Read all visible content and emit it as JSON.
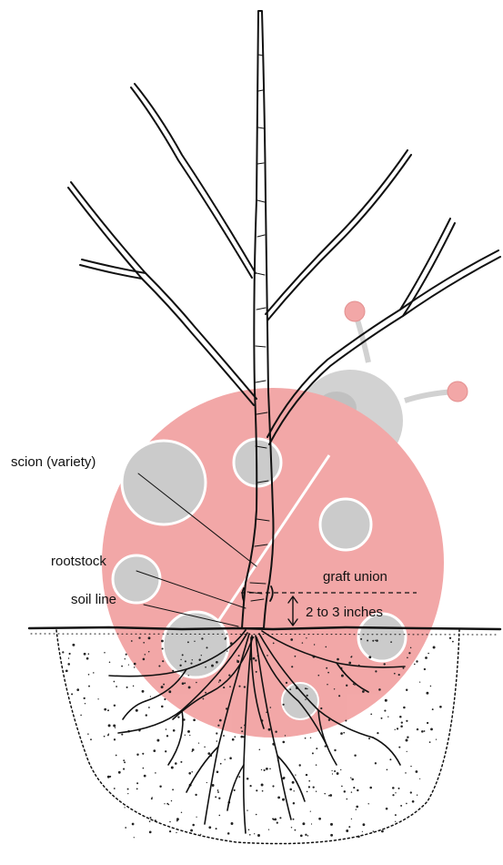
{
  "diagram": {
    "labels": {
      "scion": "scion (variety)",
      "rootstock": "rootstock",
      "soil_line": "soil line",
      "graft_union": "graft union",
      "depth": "2 to 3 inches"
    },
    "watermark": {
      "subject": "ladybug",
      "body_color": "#f2a3a3",
      "spot_color": "#c9c9c9",
      "head_color": "#d0d0d0"
    },
    "ink_color": "#111111"
  }
}
